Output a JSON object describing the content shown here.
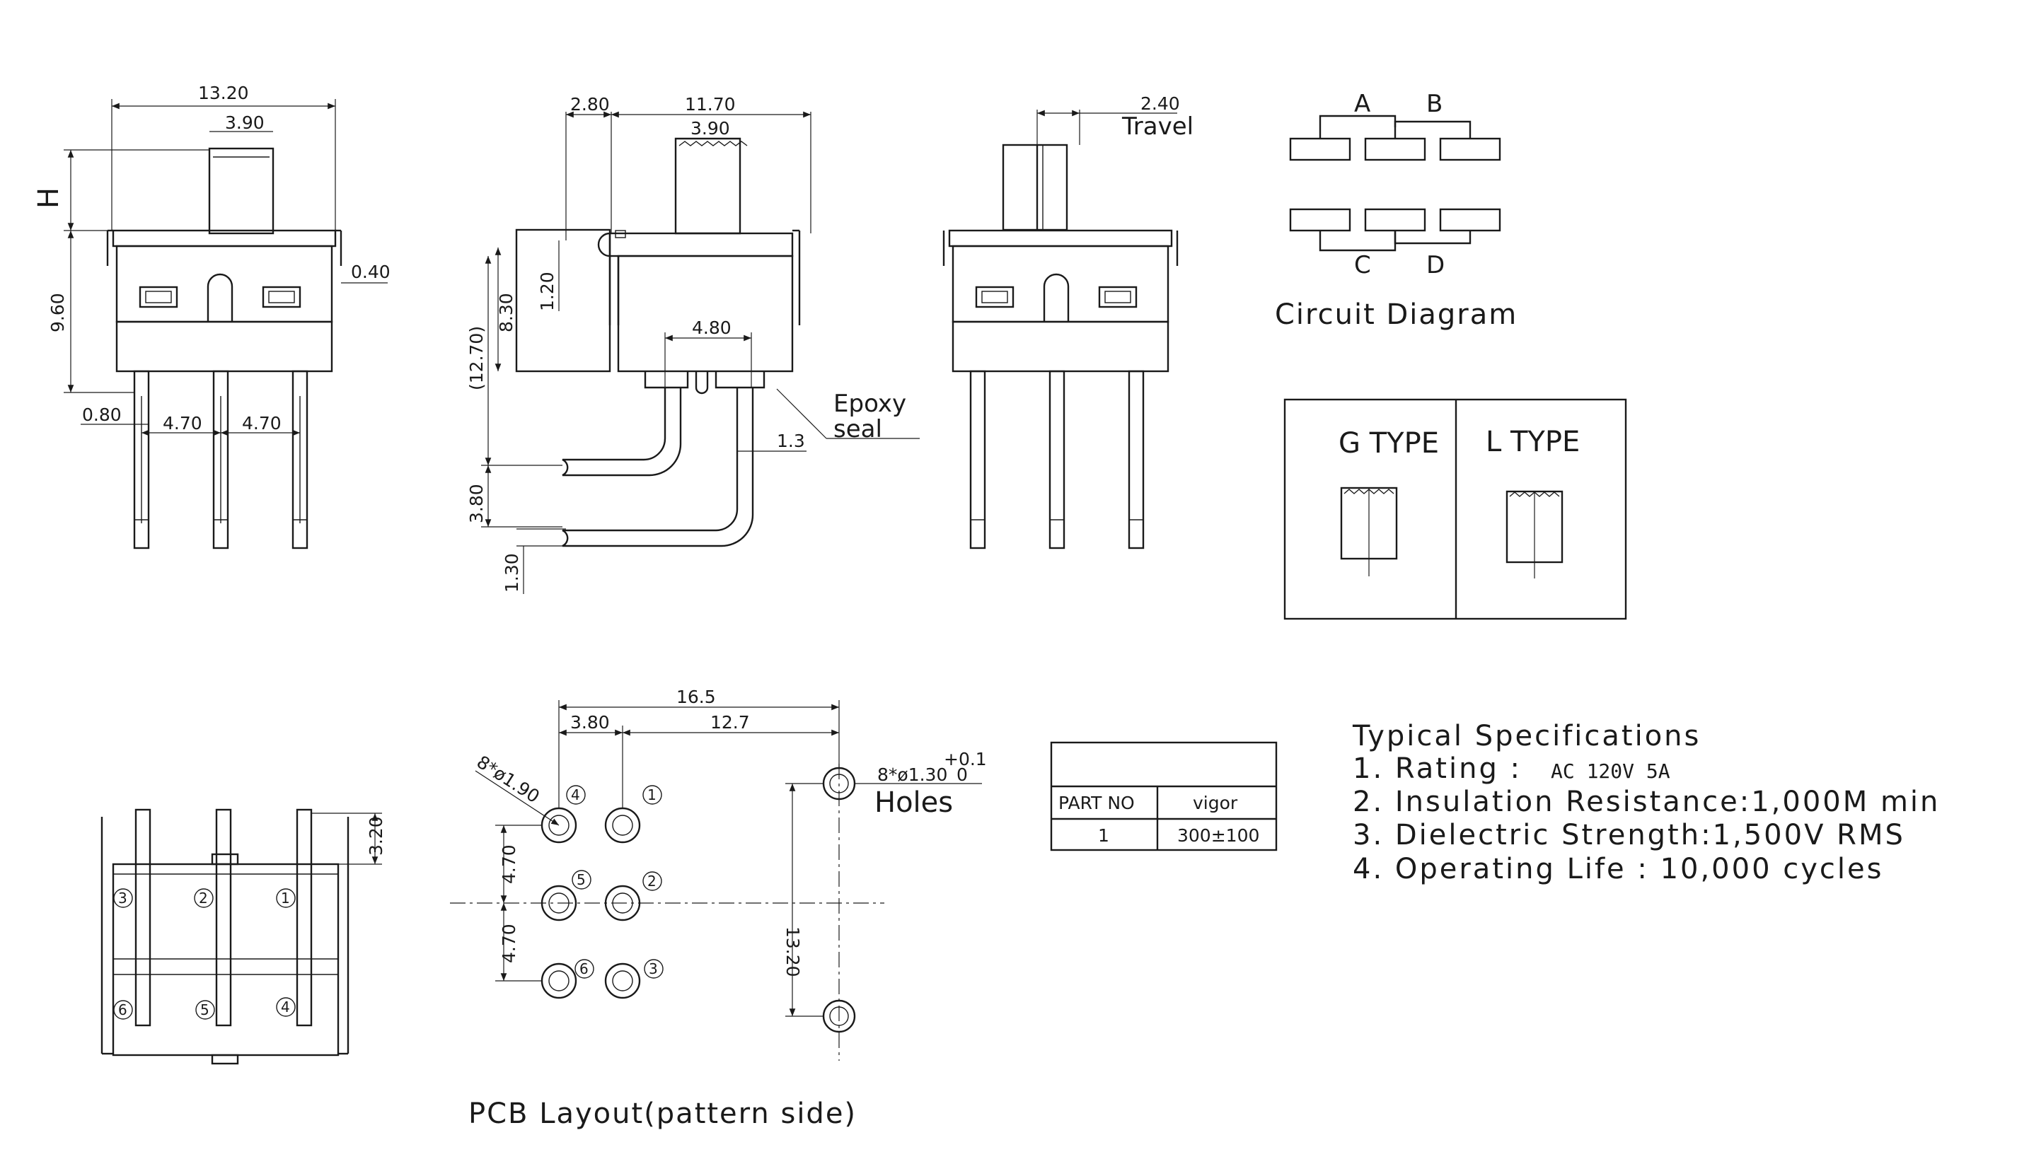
{
  "views": {
    "front": {
      "dims": {
        "total_width": "13.20",
        "actuator_width": "3.90",
        "height_h": "H",
        "body_height": "9.60",
        "wall": "0.40",
        "pin_width": "0.80",
        "pitch_a": "4.70",
        "pitch_b": "4.70"
      }
    },
    "side": {
      "dims": {
        "offset": "2.80",
        "length": "11.70",
        "actuator": "3.90",
        "height": "8.30",
        "notch": "1.20",
        "overall": "(12.70)",
        "pin_gap": "4.80",
        "lead_offset": "3.80",
        "lead_thick": "1.30",
        "pin_thick": "1.3"
      },
      "epoxy_label_1": "Epoxy",
      "epoxy_label_2": "seal"
    },
    "back": {
      "travel_value": "2.40",
      "travel_label": "Travel"
    }
  },
  "circuit": {
    "label_a": "A",
    "label_b": "B",
    "label_c": "C",
    "label_d": "D",
    "title": "Circuit Diagram"
  },
  "types": {
    "g_type": "G TYPE",
    "l_type": "L TYPE"
  },
  "bottom_view": {
    "dim": "3.20",
    "pins": [
      "3",
      "2",
      "1",
      "6",
      "5",
      "4"
    ]
  },
  "pcb": {
    "dims": {
      "overall": "16.5",
      "offset": "3.80",
      "span": "12.7",
      "hole_a": "8*ø1.90",
      "tol_plus": "+0.1",
      "hole_b": "8*ø1.30",
      "tol_zero": "0",
      "pitch_a": "4.70",
      "pitch_b": "4.70",
      "mount_span": "13.20"
    },
    "holes_label": "Holes",
    "pin_numbers": [
      "4",
      "1",
      "5",
      "2",
      "6",
      "3"
    ],
    "title": "PCB Layout(pattern side)"
  },
  "part_table": {
    "headers": [
      "PART NO",
      "vigor"
    ],
    "row": [
      "1",
      "300±100"
    ]
  },
  "specs": {
    "title": "Typical Specifications",
    "rating_label": "1. Rating :",
    "rating_value": "AC 120V 5A",
    "insulation": "2. Insulation Resistance:1,000M min",
    "dielectric": "3. Dielectric Strength:1,500V RMS",
    "life": "4. Operating Life : 10,000 cycles"
  }
}
